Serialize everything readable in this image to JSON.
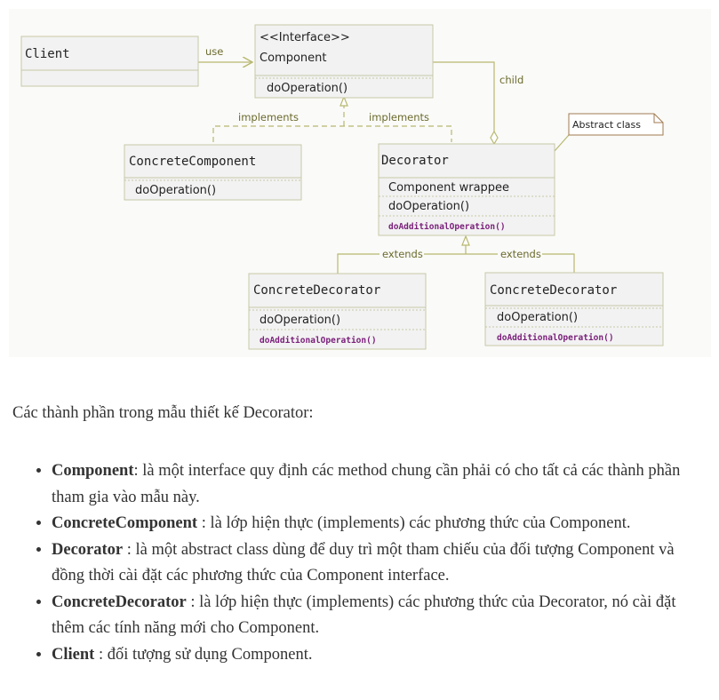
{
  "diagram": {
    "client": {
      "name": "Client"
    },
    "component": {
      "stereotype": "<<Interface>>",
      "name": "Component",
      "op": "doOperation()"
    },
    "concrete_component": {
      "name": "ConcreteComponent",
      "op": "doOperation()"
    },
    "decorator": {
      "name": "Decorator",
      "attr": "Component wrappee",
      "op": "doOperation()",
      "extra_op": "doAdditionalOperation()"
    },
    "concrete_decorator_1": {
      "name": "ConcreteDecorator",
      "op": "doOperation()",
      "extra_op": "doAdditionalOperation()"
    },
    "concrete_decorator_2": {
      "name": "ConcreteDecorator",
      "op": "doOperation()",
      "extra_op": "doAdditionalOperation()"
    },
    "note": "Abstract class",
    "labels": {
      "use": "use",
      "child": "child",
      "implements_left": "implements",
      "implements_right": "implements",
      "extends_left": "extends",
      "extends_right": "extends"
    },
    "colors": {
      "box_fill": "#f2f2f2",
      "box_border": "#c8c8a8",
      "line": "#b8b870",
      "label": "#6b6b2e",
      "extra_op": "#7a1f7a"
    }
  },
  "intro": "Các thành phần trong mẫu thiết kế Decorator:",
  "items": [
    {
      "term": "Component",
      "desc": ": là một interface quy định các method chung cần phải có cho tất cả các thành phần tham gia vào mẫu này."
    },
    {
      "term": "ConcreteComponent",
      "desc": " : là lớp hiện thực (implements) các phương thức của Component."
    },
    {
      "term": "Decorator",
      "desc": " : là một abstract class dùng để duy trì một tham chiếu của đối tượng Component và đồng thời cài đặt các phương thức của Component  interface."
    },
    {
      "term": "ConcreteDecorator",
      "desc": " : là lớp hiện thực (implements) các phương thức của Decorator, nó cài đặt thêm các tính năng mới cho Component."
    },
    {
      "term": "Client",
      "desc": " : đối tượng sử dụng Component."
    }
  ]
}
